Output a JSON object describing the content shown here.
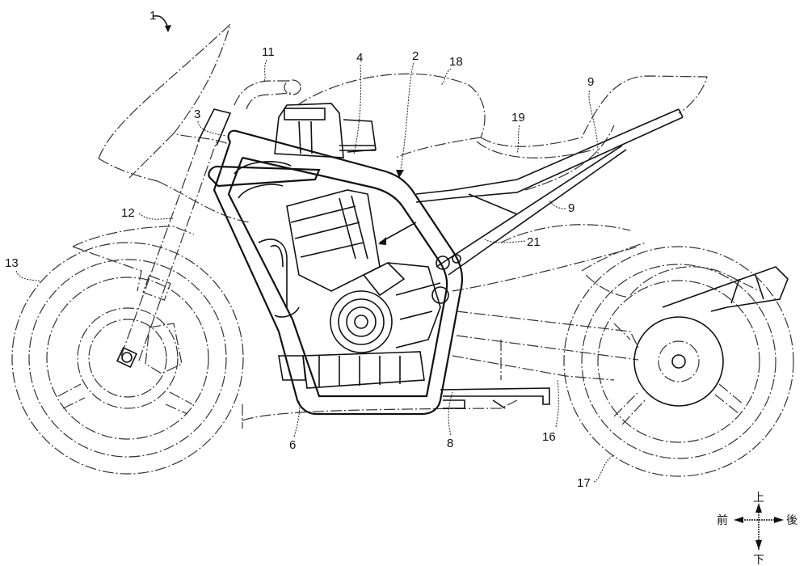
{
  "figure": {
    "type": "patent line drawing",
    "subject": "motorcycle side view",
    "line_color": "#111111",
    "background_color": "#ffffff"
  },
  "reference_labels": [
    {
      "id": "1",
      "text": "1",
      "part": "motorcycle (overall)"
    },
    {
      "id": "2",
      "text": "2",
      "part": "vehicle body frame"
    },
    {
      "id": "3",
      "text": "3",
      "part": "head pipe / front frame"
    },
    {
      "id": "4",
      "text": "4",
      "part": "engine component"
    },
    {
      "id": "6",
      "text": "6",
      "part": "down tube / lower frame"
    },
    {
      "id": "8",
      "text": "8",
      "part": "lower frame member"
    },
    {
      "id": "9a",
      "text": "9",
      "part": "seat rail (upper)"
    },
    {
      "id": "9b",
      "text": "9",
      "part": "seat rail (lower)"
    },
    {
      "id": "11",
      "text": "11",
      "part": "handlebar"
    },
    {
      "id": "12",
      "text": "12",
      "part": "front fork"
    },
    {
      "id": "13",
      "text": "13",
      "part": "front wheel"
    },
    {
      "id": "16",
      "text": "16",
      "part": "swing arm"
    },
    {
      "id": "17",
      "text": "17",
      "part": "rear wheel"
    },
    {
      "id": "18",
      "text": "18",
      "part": "fuel tank"
    },
    {
      "id": "19",
      "text": "19",
      "part": "seat"
    },
    {
      "id": "21",
      "text": "21",
      "part": "engine unit"
    }
  ],
  "direction_compass": {
    "up": "上",
    "down": "下",
    "front": "前",
    "rear": "後"
  }
}
